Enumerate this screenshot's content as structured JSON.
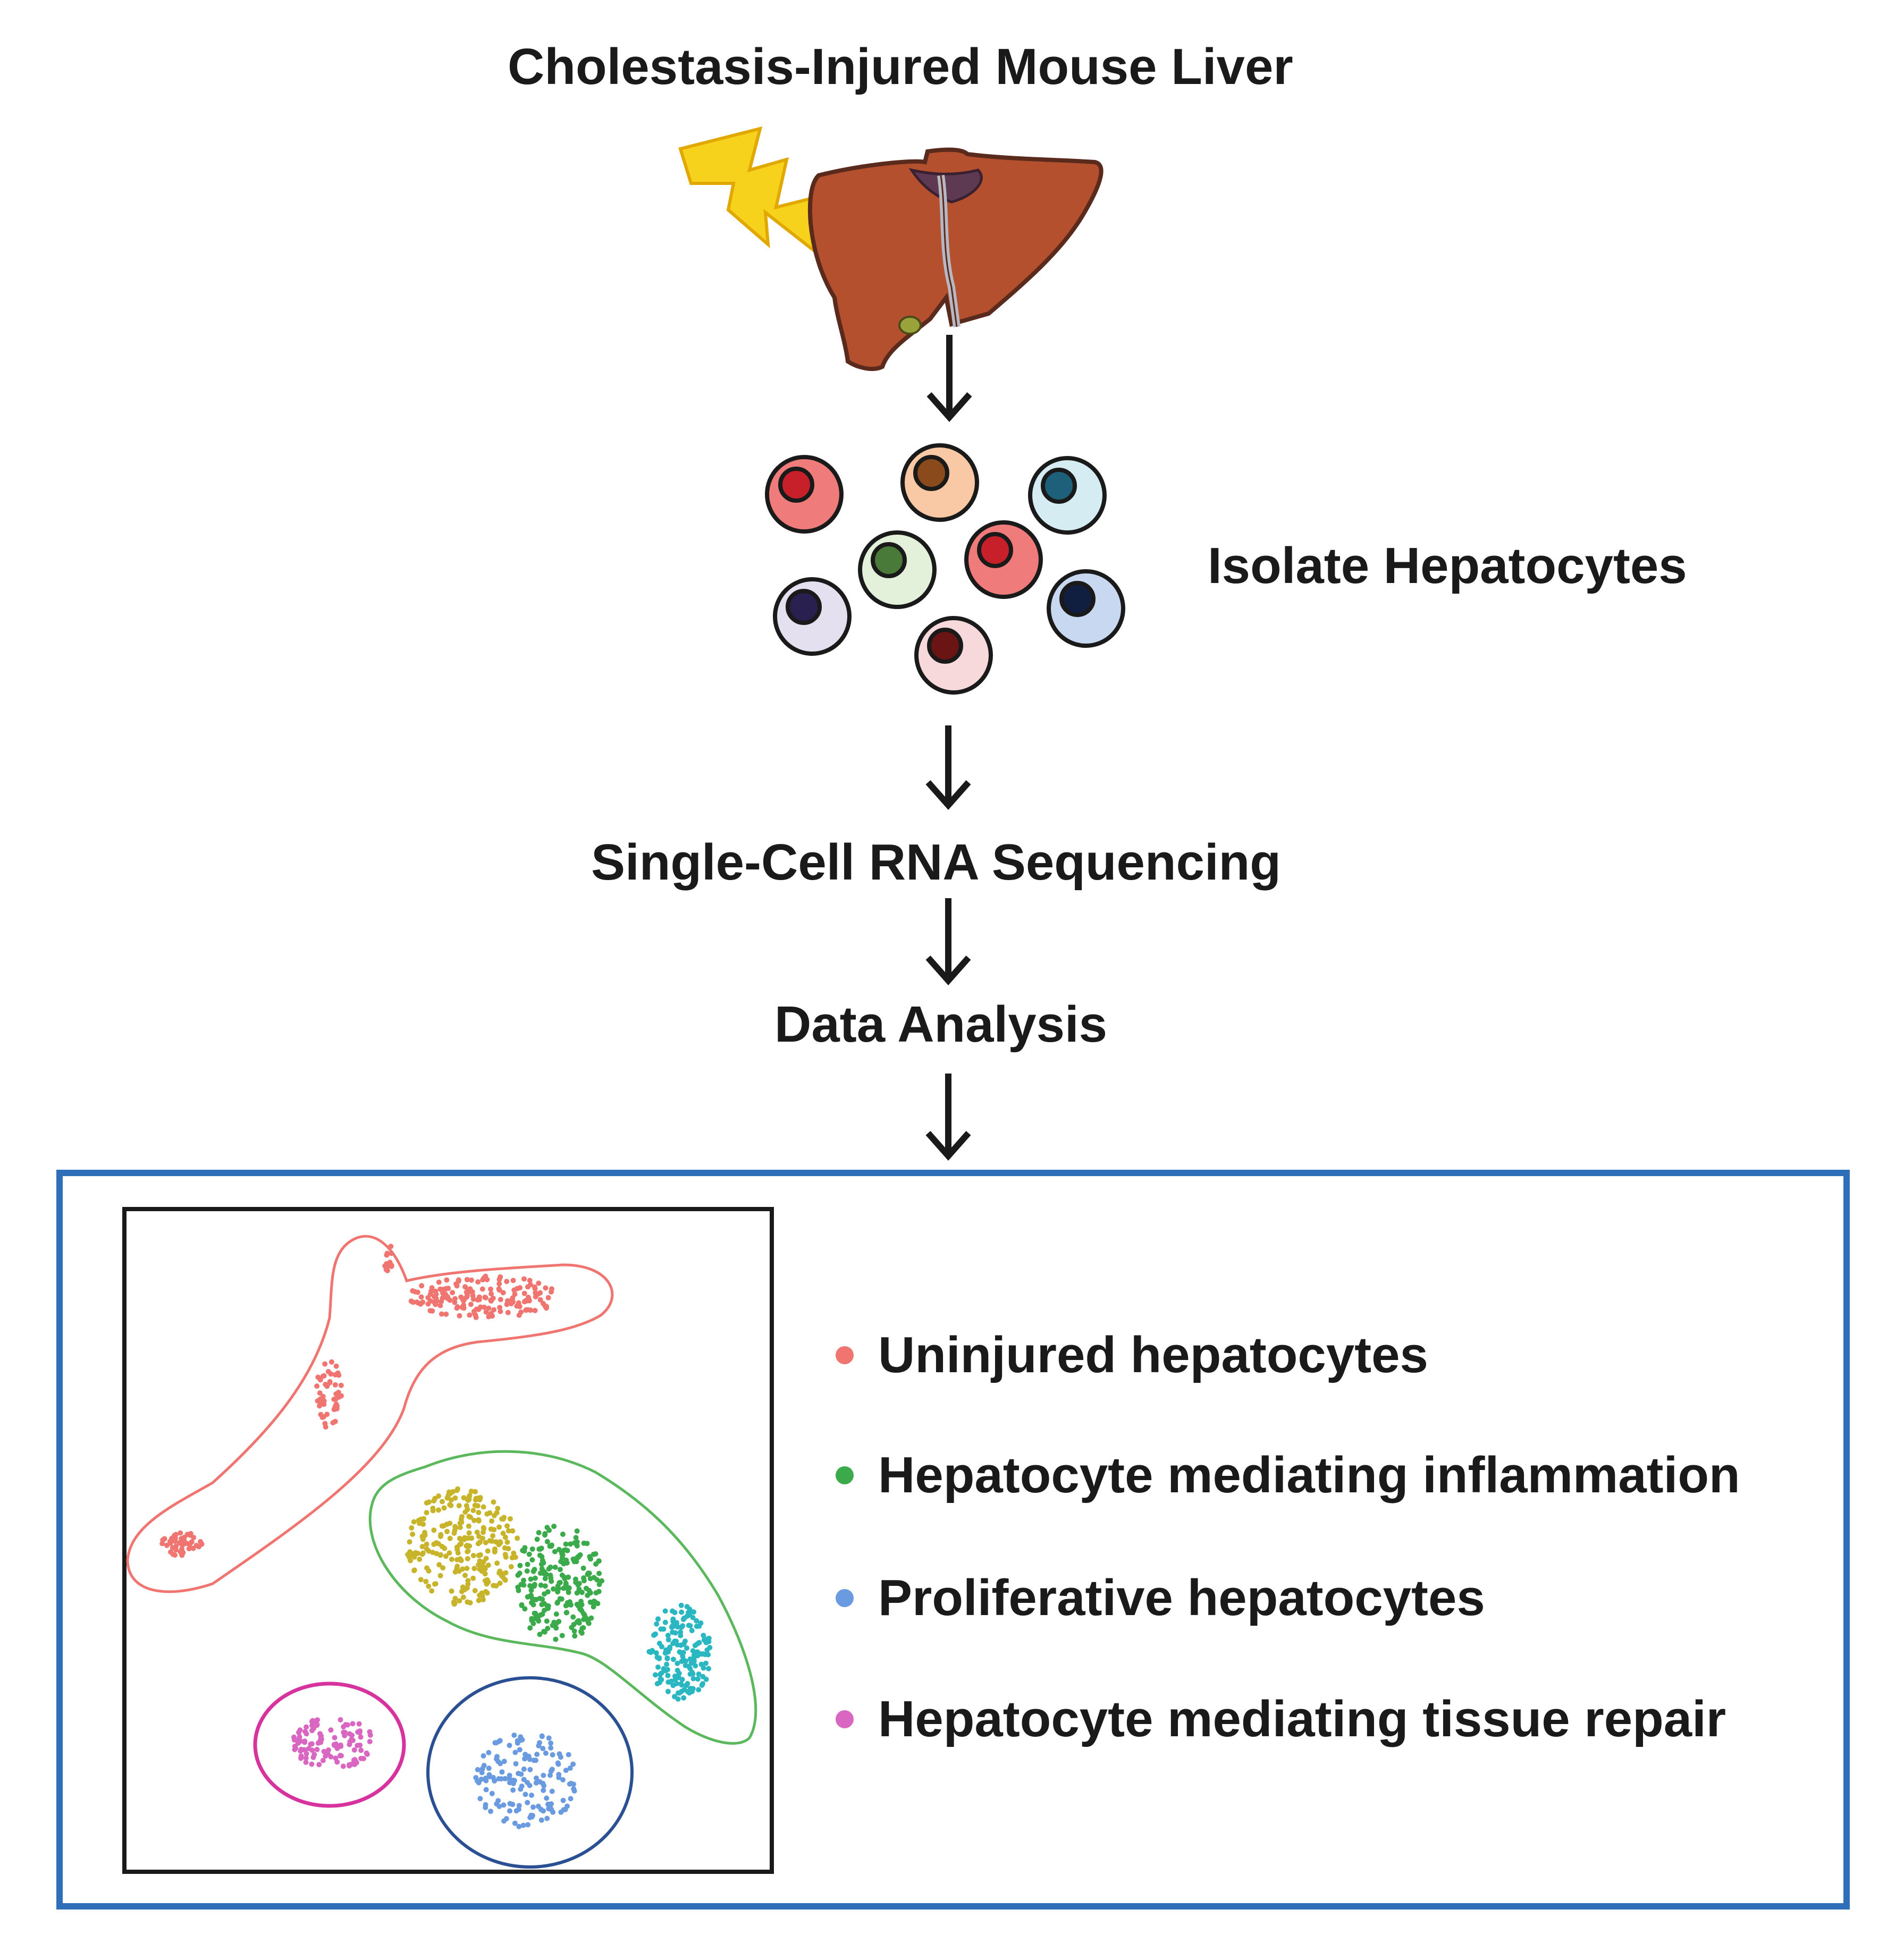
{
  "steps": {
    "title": "Cholestasis-Injured Mouse Liver",
    "isolate": "Isolate Hepatocytes",
    "sequencing": "Single-Cell RNA Sequencing",
    "analysis": "Data Analysis"
  },
  "legend": [
    {
      "label": "Uninjured hepatocytes",
      "color": "#f07470"
    },
    {
      "label": "Hepatocyte mediating inflammation",
      "color": "#3aaa4a"
    },
    {
      "label": "Proliferative hepatocytes",
      "color": "#6a9ae0"
    },
    {
      "label": "Hepatocyte mediating tissue repair",
      "color": "#d966c0"
    }
  ],
  "icons": {
    "injury": "lightning-bolt-icon",
    "organ": "liver-icon",
    "cells": "hepatocyte-cells-icon"
  },
  "colors": {
    "frame": "#2f6fba",
    "liver": "#b5502e",
    "bolt": "#f7d21c"
  }
}
